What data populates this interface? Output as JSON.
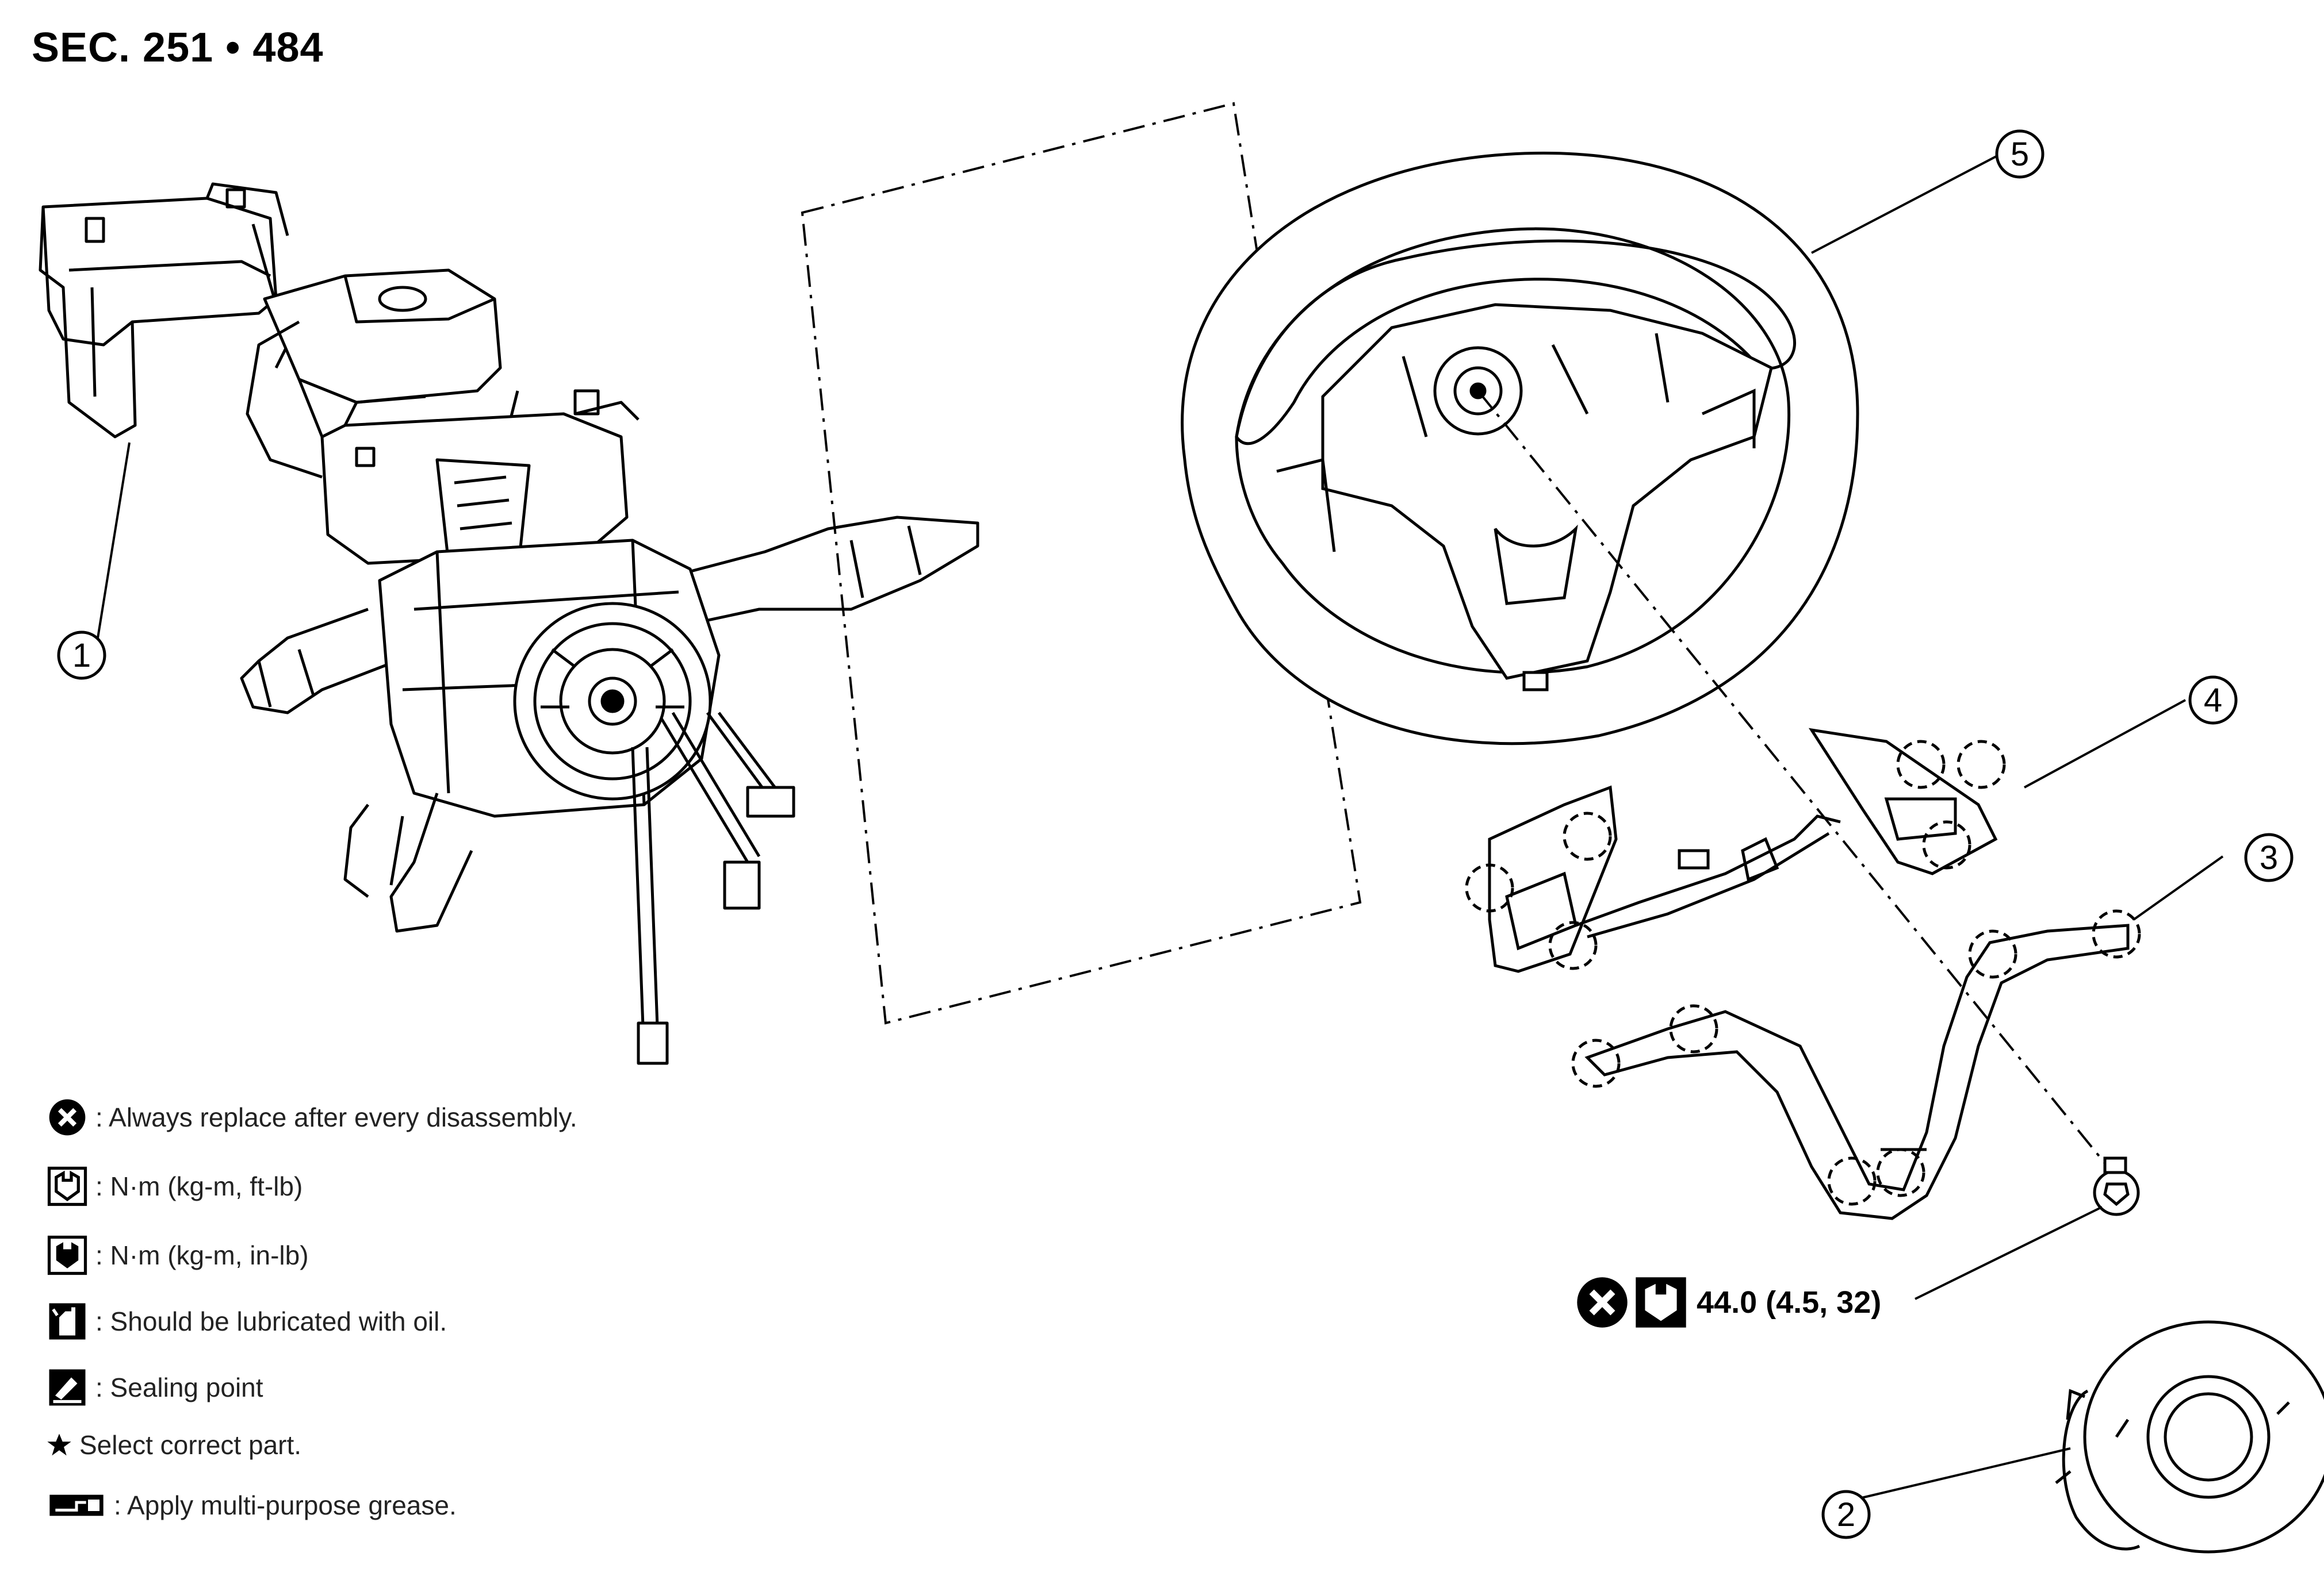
{
  "title": "SEC. 251 • 484",
  "callouts": [
    "1",
    "2",
    "3",
    "4",
    "5"
  ],
  "torque": {
    "value": "44.0 (4.5, 32)",
    "icons": [
      "always-replace-icon",
      "torque-ft-lb-icon"
    ]
  },
  "legend": [
    {
      "icon": "always-replace-icon",
      "text": ": Always replace after every disassembly."
    },
    {
      "icon": "torque-ft-lb-icon",
      "text": ": N·m (kg-m, ft-lb)"
    },
    {
      "icon": "torque-in-lb-icon",
      "text": ": N·m (kg-m, in-lb)"
    },
    {
      "icon": "oil-can-icon",
      "text": ": Should be lubricated with oil."
    },
    {
      "icon": "sealing-point-icon",
      "text": ": Sealing point"
    },
    {
      "icon": "star-icon",
      "text": "Select correct part."
    },
    {
      "icon": "grease-icon",
      "text": ": Apply multi-purpose grease."
    }
  ]
}
